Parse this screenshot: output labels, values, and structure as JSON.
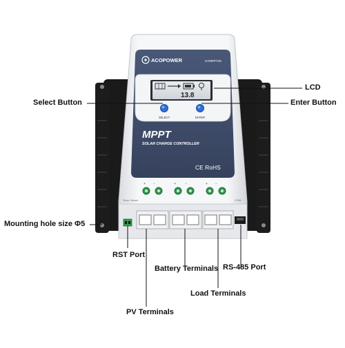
{
  "device": {
    "brand": "ACOPOWER",
    "model": "HYMPPT40",
    "product_name": "MPPT",
    "product_subtitle": "SOLAR CHARGE CONTROLLER",
    "certification": "CE RoHS",
    "lcd_reading": "13.8",
    "select_key": "SELECT",
    "enter_key": "ENTER",
    "temp_sensor_label": "Temp. Sensor",
    "com_label": "COM"
  },
  "callouts": {
    "lcd": "LCD",
    "select_button": "Select Button",
    "enter_button": "Enter Button",
    "mounting_hole": "Mounting hole size Φ5",
    "rst_port": "RST Port",
    "battery_terminals": "Battery Terminals",
    "rs485_port": "RS-485 Port",
    "load_terminals": "Load Terminals",
    "pv_terminals": "PV Terminals"
  },
  "colors": {
    "panel_navy": "#3f4d6b",
    "button_blue": "#2f6fd6",
    "terminal_green": "#2f9a4a",
    "bracket_black": "#1a1a1a",
    "body_white": "#f3f4f6"
  }
}
